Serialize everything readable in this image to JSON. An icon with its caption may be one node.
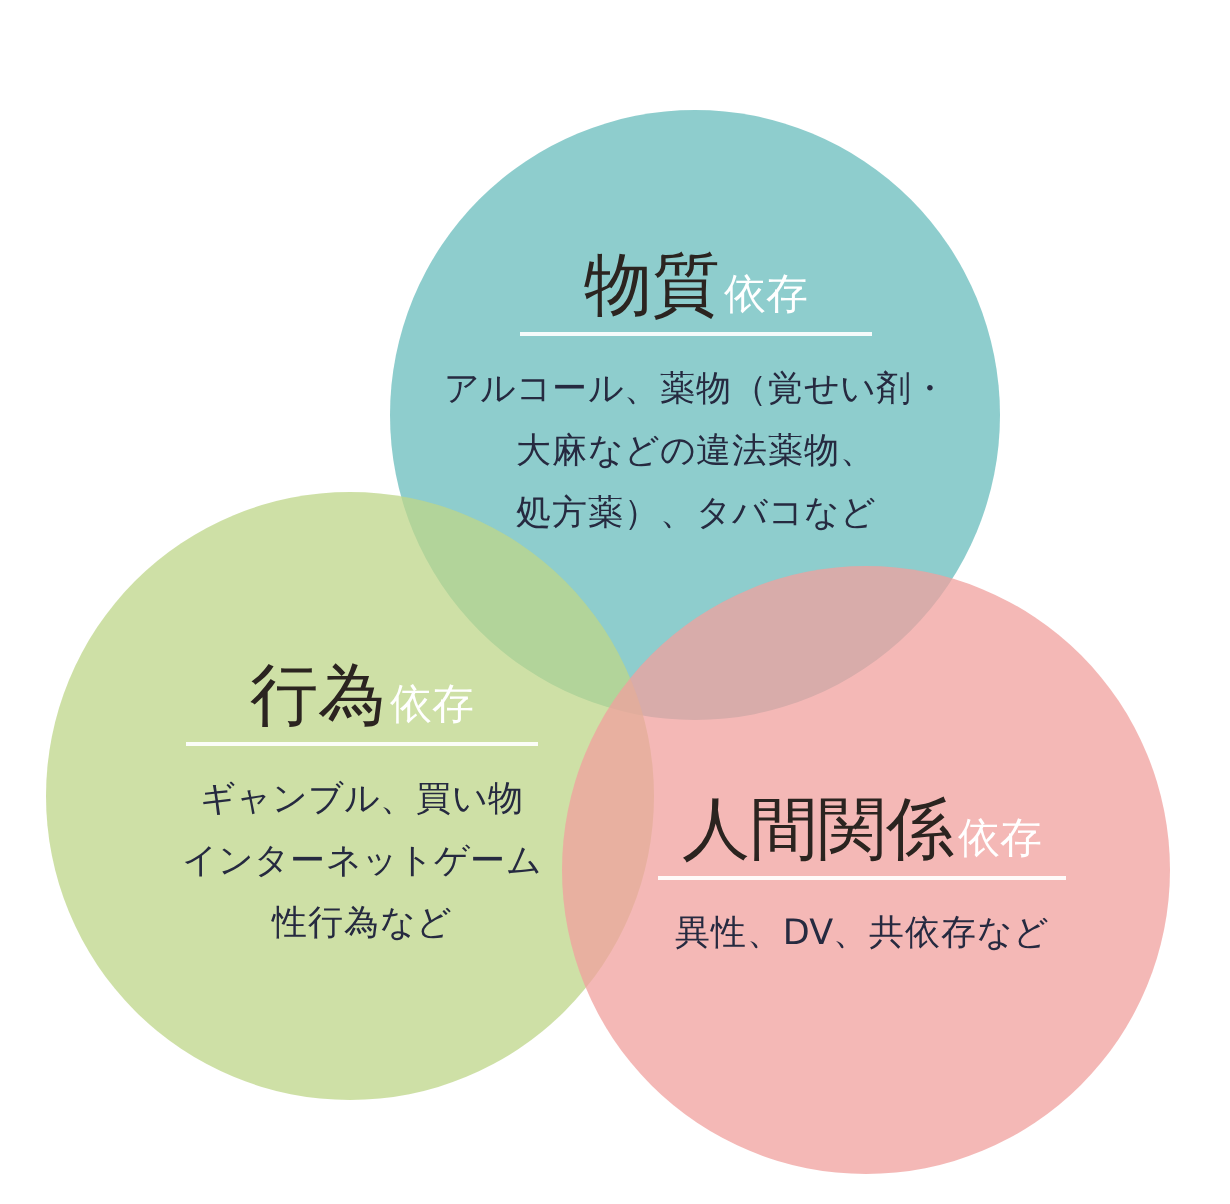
{
  "diagram": {
    "nodes": [
      {
        "text": [
          "物質",
          "依存",
          "アルコール、薬物（覚せい剤・大麻などの違法薬物、処方薬）、タバコなど"
        ]
      },
      {
        "text": [
          "行為",
          "依存",
          "ギャンブル、買い物インターネットゲーム性行為など"
        ]
      },
      {
        "text": [
          "人間関係",
          "依存",
          "異性、DV、共依存など"
        ]
      }
    ]
  }
}
